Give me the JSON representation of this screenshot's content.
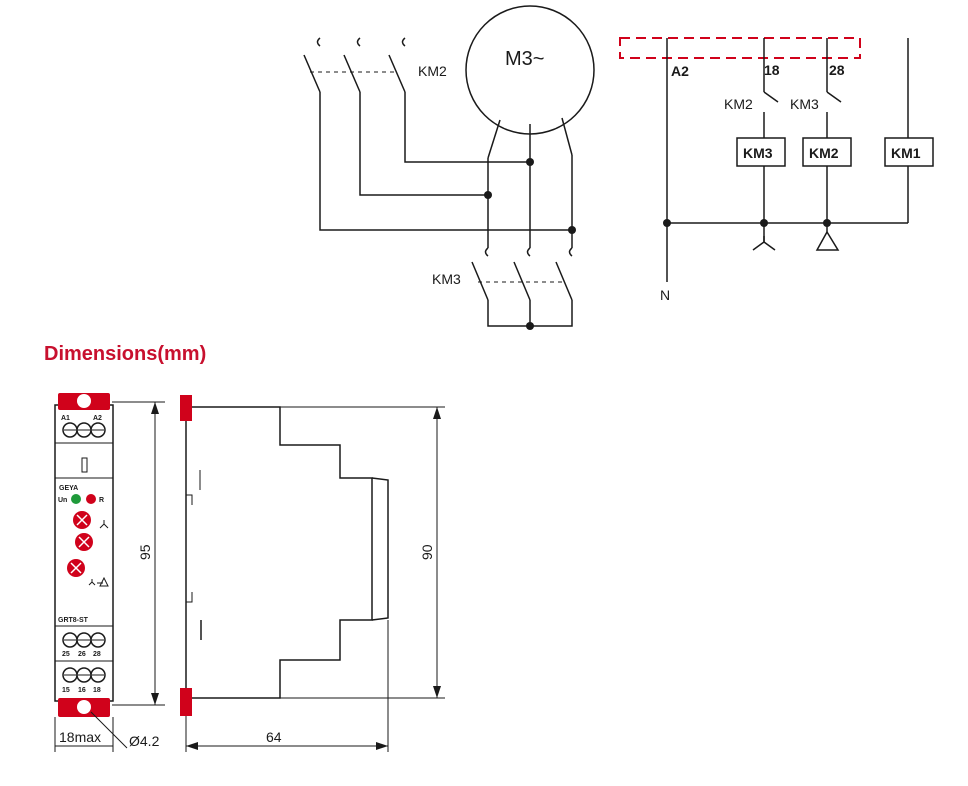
{
  "wiring": {
    "motor_label": "M3~",
    "km2": "KM2",
    "km3": "KM3",
    "a2": "A2",
    "t18": "18",
    "t28": "28",
    "coil_km3": "KM3",
    "coil_km2": "KM2",
    "coil_km1": "KM1",
    "neutral": "N"
  },
  "dimensions": {
    "heading": "Dimensions(mm)",
    "height_front": "95",
    "height_side": "90",
    "depth": "64",
    "width": "18max",
    "hole": "Ø4.2"
  },
  "device": {
    "brand": "GEYA",
    "top_terminals": [
      "A1",
      "A2"
    ],
    "led_un": "Un",
    "led_r": "R",
    "model": "GRT8-ST",
    "mid_terminals": [
      "25",
      "26",
      "28"
    ],
    "bottom_terminals": [
      "15",
      "16",
      "18"
    ],
    "colors": {
      "red": "#d0021b",
      "green": "#1f9a3a",
      "heading": "#c8102e"
    }
  }
}
